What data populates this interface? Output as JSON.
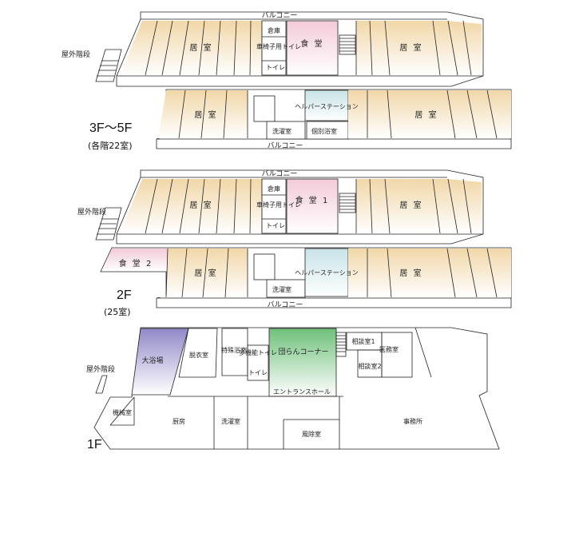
{
  "colors": {
    "room": "#f1d7a8",
    "dining": "#f3cbd8",
    "helper": "#cfe7ea",
    "bath": "#9d94cd",
    "lounge": "#7cc784",
    "line": "#222222"
  },
  "floor_3_5": {
    "floor_label": "3F～5F",
    "room_count": "(各階22室)",
    "balcony": "バルコニー",
    "outdoor_stairs": "屋外階段",
    "rooms": "居 室",
    "storage": "倉庫",
    "dining": "食 堂",
    "wheelchair_toilet": "車椅子用トイレ",
    "toilet": "トイレ",
    "helper_station": "ヘルパーステーション",
    "laundry": "洗濯室",
    "private_bath": "個別浴室"
  },
  "floor_2": {
    "floor_label": "2F",
    "room_count": "(25室)",
    "balcony": "バルコニー",
    "outdoor_stairs": "屋外階段",
    "rooms": "居 室",
    "storage": "倉庫",
    "dining1": "食 堂 1",
    "dining2": "食 堂 2",
    "wheelchair_toilet": "車椅子用トイレ",
    "toilet": "トイレ",
    "helper_station": "ヘルパーステーション",
    "laundry": "洗濯室"
  },
  "floor_1": {
    "floor_label": "1F",
    "outdoor_stairs": "屋外階段",
    "big_bath": "大浴場",
    "changing_room": "脱衣室",
    "special_bath": "特殊浴室",
    "multi_toilet": "多機能トイレ",
    "toilet": "トイレ",
    "lounge": "団らんコーナー",
    "consult1": "相談室1",
    "consult2": "相談室2",
    "medical": "医務室",
    "entrance_hall": "エントランスホール",
    "machine_room": "機械室",
    "kitchen": "厨房",
    "laundry": "洗濯室",
    "windbreak": "風除室",
    "office": "事務所"
  }
}
